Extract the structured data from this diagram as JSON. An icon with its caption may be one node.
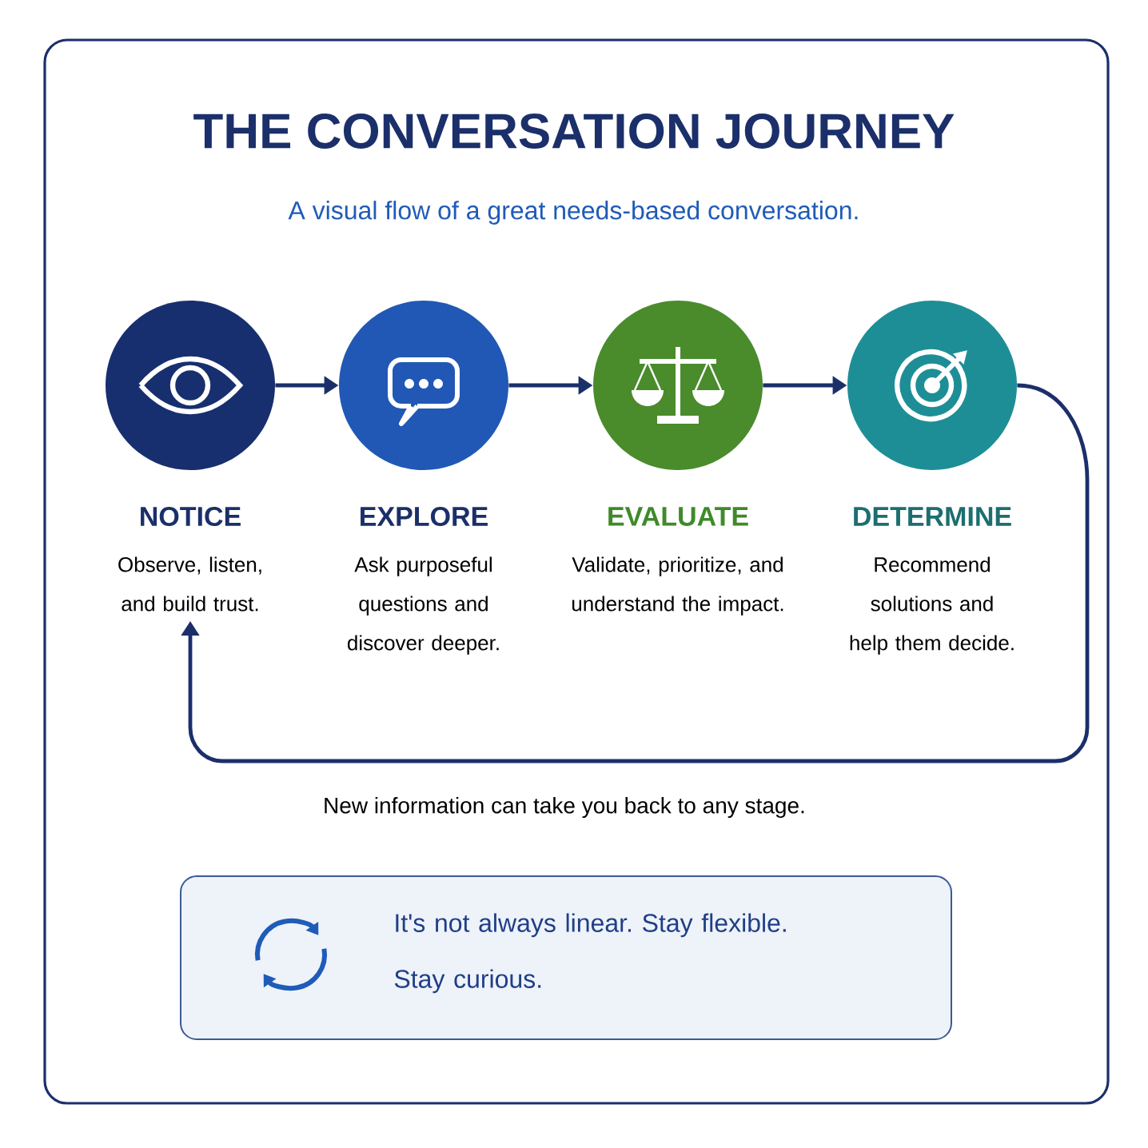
{
  "diagram": {
    "title": "THE CONVERSATION JOURNEY",
    "nodes": [
      {
        "text": [
          "NOTICE",
          "Observe, listen, and build trust."
        ]
      },
      {
        "text": [
          "EXPLORE",
          "Ask purposeful questions and discover deeper."
        ]
      },
      {
        "text": [
          "EVALUATE",
          "Validate, prioritize, and understand the impact."
        ]
      },
      {
        "text": [
          "DETERMINE",
          "Recommend solutions and help them decide."
        ]
      },
      {
        "text": [
          "It's not always linear. Stay flexible. Stay curious."
        ]
      }
    ],
    "edges": [
      {
        "from": 0,
        "to": 1,
        "arrow": "to"
      },
      {
        "from": 1,
        "to": 2,
        "arrow": "to"
      },
      {
        "from": 2,
        "to": 3,
        "arrow": "to"
      },
      {
        "from": 3,
        "to": 0,
        "arrow": "to"
      }
    ],
    "labels": [
      "A visual flow of a great needs-based conversation.",
      "New information can take you back to any stage."
    ]
  }
}
